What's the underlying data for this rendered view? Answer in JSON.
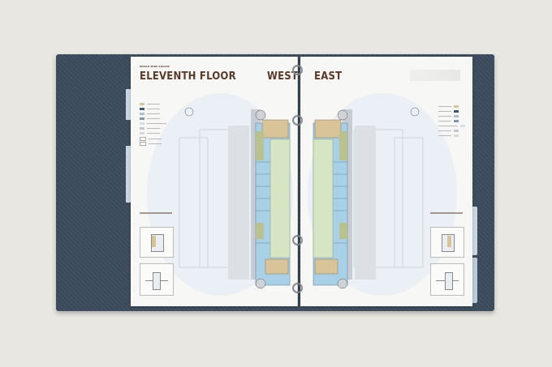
{
  "page": {
    "kicker": "WORLD WIDE SQUARE",
    "title": "ELEVENTH FLOOR",
    "wing_west": "WEST",
    "wing_east": "EAST"
  },
  "legend": {
    "swatch_colors": [
      "#d8c49c",
      "#3f5672",
      "#a9bfd4",
      "#7f97af",
      "#d4dfe9",
      "#c3c7cf",
      "#d9d9cf"
    ]
  },
  "colors": {
    "binder": "#3c4b5c",
    "page": "#f7f7f5",
    "title": "#5b3a2a",
    "room_blue": "#a8d1e8",
    "room_tan": "#d9c49a",
    "core_olive": "#b9c28e"
  }
}
